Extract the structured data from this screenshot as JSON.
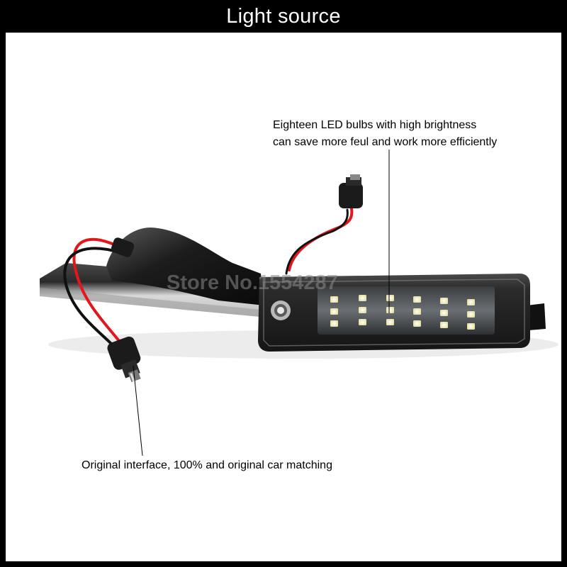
{
  "header": {
    "title": "Light source"
  },
  "annotations": {
    "led_note": {
      "line1": "Eighteen LED bulbs with high brightness",
      "line2": "can save more feul and work more efficiently"
    },
    "interface_note": {
      "text": "Original interface, 100% and original car matching"
    }
  },
  "watermark": {
    "text": "Store No.1554287"
  },
  "colors": {
    "frame": "#000000",
    "background": "#ffffff",
    "wire_red": "#e3161b",
    "wire_black": "#111111",
    "led": "#f4f1c8"
  }
}
